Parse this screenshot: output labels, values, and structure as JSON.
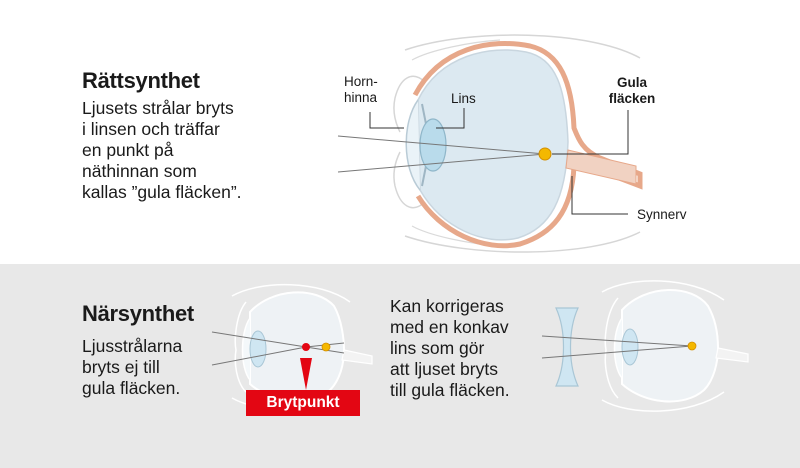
{
  "section_normal": {
    "title": "Rättsynthet",
    "text": "Ljusets strålar bryts\ni linsen och träffar\nen punkt på\nnäthinnan som\nkallas ”gula fläcken”.",
    "labels": {
      "cornea": "Horn-\nhinna",
      "lens": "Lins",
      "macula": "Gula\nfläcken",
      "optic_nerve": "Synnerv"
    }
  },
  "section_myopia": {
    "title": "Närsynthet",
    "text": "Ljusstrålarna\nbryts ej till\ngula fläcken.",
    "focal_label": "Brytpunkt",
    "correction_text": "Kan korrigeras\nmed en konkav\nlins som gör\natt ljuset bryts\ntill gula fläcken."
  },
  "colors": {
    "focal_red": "#e30613",
    "macula_yellow": "#f4b800",
    "sclera_tan": "#e7a88a",
    "lens_blue": "#cfe6f2",
    "eye_fill": "#dce9f1",
    "background_gray": "#e8e8e8"
  }
}
